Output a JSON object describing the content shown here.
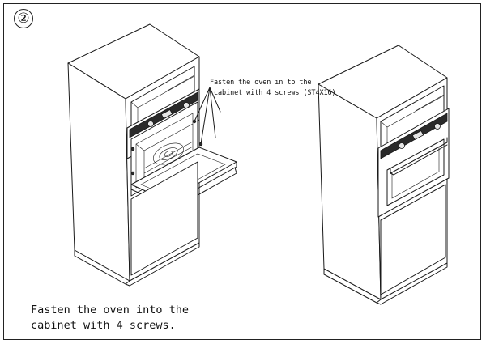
{
  "step": {
    "number": "②"
  },
  "callout": {
    "text": "Fasten the oven in to the\n cabinet with 4 screws (ST4X16)"
  },
  "caption": {
    "text": "Fasten the oven into the\ncabinet with 4 screws."
  },
  "figures": [
    {
      "name": "cabinet-with-oven-door-open"
    },
    {
      "name": "cabinet-with-oven-installed"
    }
  ]
}
